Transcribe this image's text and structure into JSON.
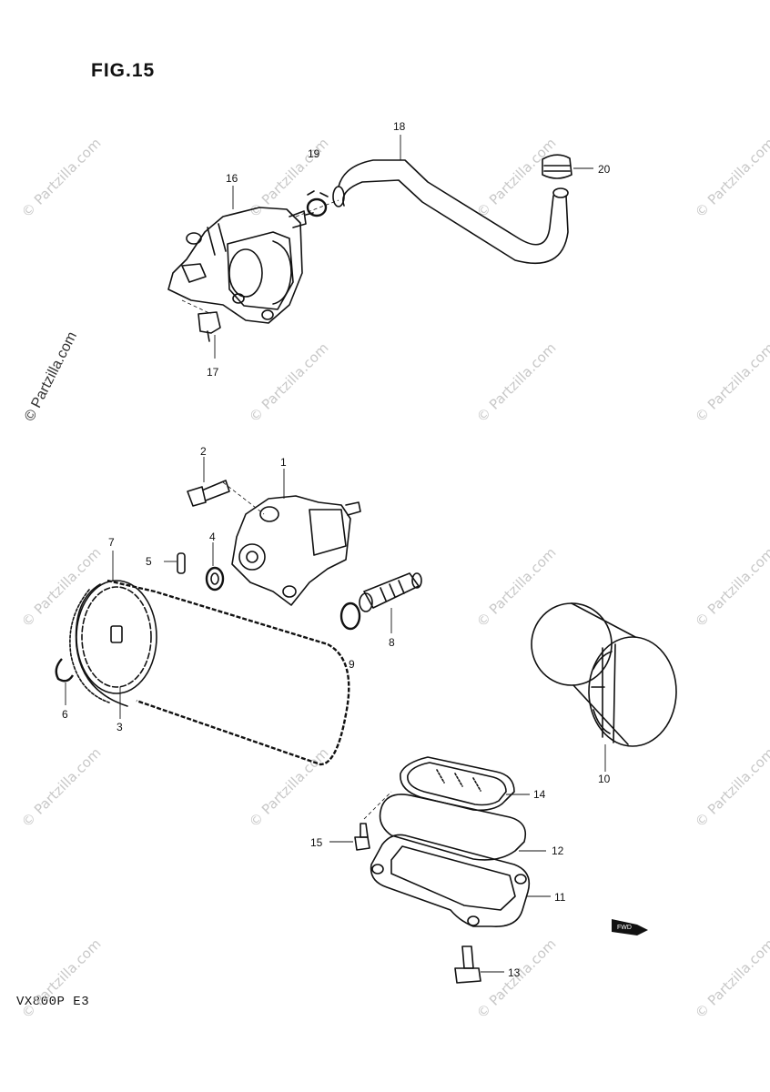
{
  "figure": {
    "title": "FIG.15",
    "model": "VX800P  E3"
  },
  "watermarks": {
    "text": "© Partzilla.com"
  },
  "callouts": {
    "c1": "1",
    "c2": "2",
    "c3": "3",
    "c4": "4",
    "c5": "5",
    "c6": "6",
    "c7": "7",
    "c8": "8",
    "c9": "9",
    "c10": "10",
    "c11": "11",
    "c12": "12",
    "c13": "13",
    "c14": "14",
    "c15": "15",
    "c16": "16",
    "c17": "17",
    "c18": "18",
    "c19": "19",
    "c20": "20"
  },
  "fwd_badge": "FWD"
}
